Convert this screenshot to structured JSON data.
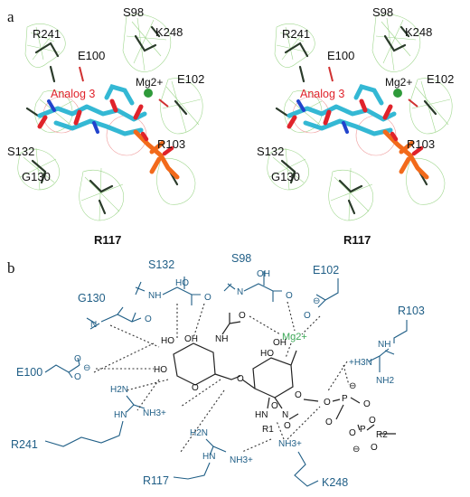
{
  "panel_a": {
    "letter": "a",
    "ligand_label": "Analog 3",
    "metal_label": "Mg2+",
    "residues": [
      "R241",
      "S98",
      "K248",
      "E100",
      "E102",
      "S132",
      "R103",
      "G130",
      "R117"
    ],
    "colors": {
      "ligand_carbon": "#34b8d4",
      "oxygen": "#e0232b",
      "phosphate": "#f26a1b",
      "metal": "#2e9a3a",
      "density_mesh": "#8fd07a",
      "ligand_label": "#e0232b"
    }
  },
  "panel_b": {
    "letter": "b",
    "residues": [
      "S132",
      "S98",
      "E102",
      "G130",
      "R103",
      "E100",
      "R241",
      "R117",
      "K248"
    ],
    "metal_label": "Mg2+",
    "atoms": {
      "ho": "HO",
      "oh": "OH",
      "nh": "NH",
      "o": "O",
      "n": "N",
      "hn": "HN",
      "h2n": "H2N",
      "nh2": "NH2",
      "nh3": "NH3+",
      "h3n": "+H3N",
      "p": "P",
      "r1": "R1",
      "r2": "R2",
      "minus": "−",
      "circ_minus": "⊖",
      "plus": "+"
    },
    "colors": {
      "residue": "#1f5e86",
      "metal": "#3aa655",
      "ligand": "#222222"
    }
  }
}
